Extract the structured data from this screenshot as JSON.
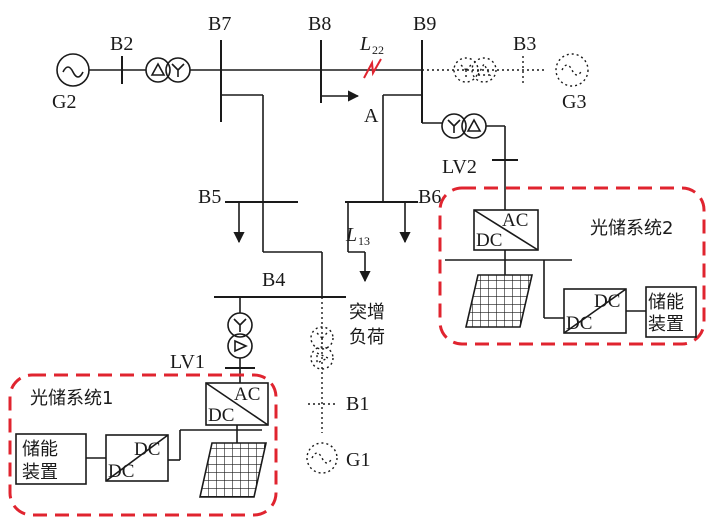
{
  "buses": {
    "b2": "B2",
    "b7": "B7",
    "b8": "B8",
    "b9": "B9",
    "b3": "B3",
    "b5": "B5",
    "b6": "B6",
    "b4": "B4",
    "b1": "B1"
  },
  "generators": {
    "g2": "G2",
    "g3": "G3",
    "g1": "G1"
  },
  "lines": {
    "l22": {
      "main": "L",
      "sub": "22"
    },
    "l13": {
      "main": "L",
      "sub": "13"
    }
  },
  "point_a": "A",
  "lv": {
    "lv1": "LV1",
    "lv2": "LV2"
  },
  "pv_system_1": "光储系统1",
  "pv_system_2": "光储系统2",
  "converters": {
    "ac": "AC",
    "dc": "DC"
  },
  "storage": {
    "line1": "储能",
    "line2": "装置"
  },
  "sudden_load": {
    "line1": "突增",
    "line2": "负荷"
  }
}
